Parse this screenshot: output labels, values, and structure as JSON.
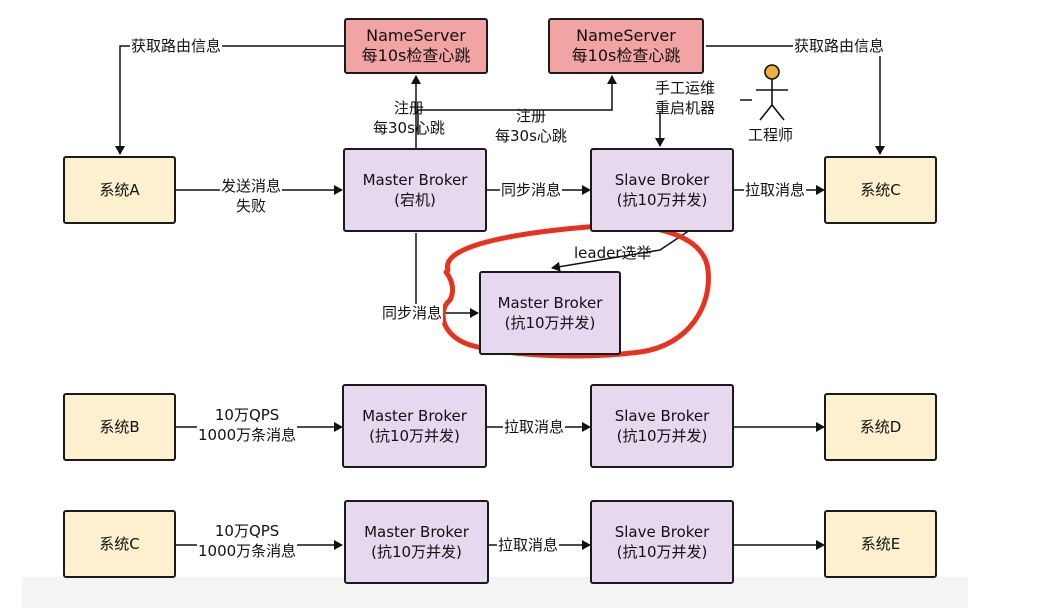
{
  "nameservers": [
    {
      "line1": "NameServer",
      "line2": "每10s检查心跳"
    },
    {
      "line1": "NameServer",
      "line2": "每10s检查心跳"
    }
  ],
  "systems": {
    "a": "系统A",
    "c_top": "系统C",
    "b": "系统B",
    "d": "系统D",
    "c_bottom": "系统C",
    "e": "系统E"
  },
  "brokers": {
    "master_down": {
      "line1": "Master Broker",
      "line2": "(宕机)"
    },
    "slave_top": {
      "line1": "Slave Broker",
      "line2": "(抗10万并发)"
    },
    "new_master": {
      "line1": "Master Broker",
      "line2": "(抗10万并发)"
    },
    "master_b": {
      "line1": "Master Broker",
      "line2": "(抗10万并发)"
    },
    "slave_b": {
      "line1": "Slave Broker",
      "line2": "(抗10万并发)"
    },
    "master_c": {
      "line1": "Master Broker",
      "line2": "(抗10万并发)"
    },
    "slave_c": {
      "line1": "Slave Broker",
      "line2": "(抗10万并发)"
    }
  },
  "labels": {
    "get_route_left": "获取路由信息",
    "get_route_right": "获取路由信息",
    "register_left_1": "注册",
    "register_left_2": "每30s心跳",
    "register_right_1": "注册",
    "register_right_2": "每30s心跳",
    "send_fail_1": "发送消息",
    "send_fail_2": "失败",
    "sync_top": "同步消息",
    "pull_top": "拉取消息",
    "sync_down": "同步消息",
    "leader_election": "leader选举",
    "ops_1": "手工运维",
    "ops_2": "重启机器",
    "engineer": "工程师",
    "b_traffic_1": "10万QPS",
    "b_traffic_2": "1000万条消息",
    "pull_b": "拉取消息",
    "c_traffic_1": "10万QPS",
    "c_traffic_2": "1000万条消息",
    "pull_c": "拉取消息"
  },
  "colors": {
    "system_fill": "#fdf0cf",
    "broker_fill": "#e6d9ef",
    "nameserver_fill": "#f2a3a3",
    "highlight_circle": "#e8321e"
  }
}
